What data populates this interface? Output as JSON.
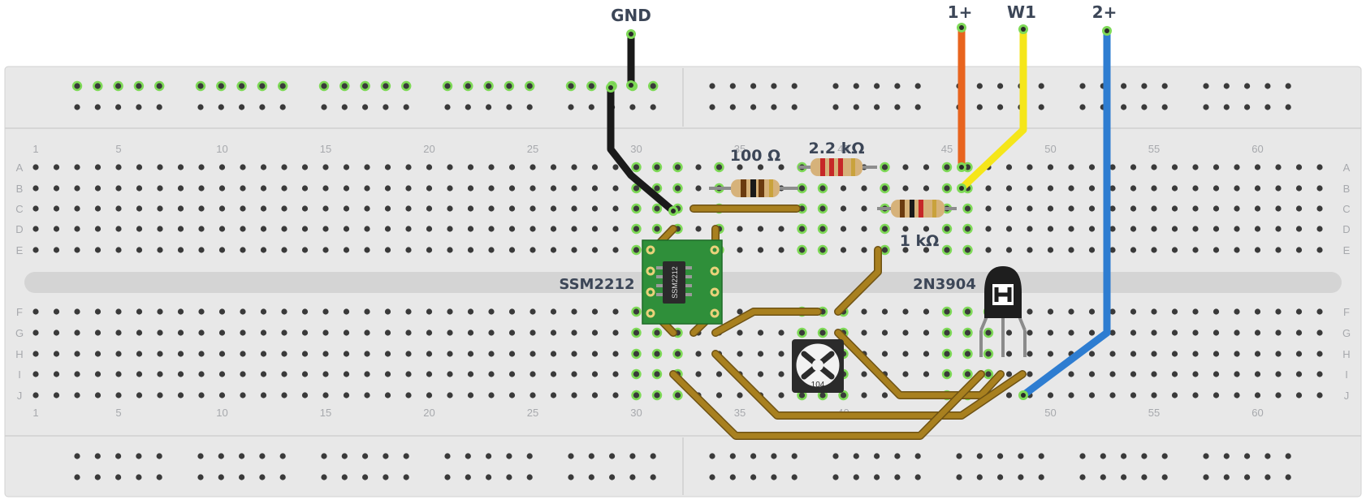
{
  "breadboard": {
    "columns": 63,
    "rows_top": [
      "A",
      "B",
      "C",
      "D",
      "E"
    ],
    "rows_bottom": [
      "F",
      "G",
      "H",
      "I",
      "J"
    ],
    "column_numbers": [
      "1",
      "5",
      "10",
      "15",
      "20",
      "25",
      "30",
      "35",
      "40",
      "45",
      "50",
      "55",
      "60"
    ],
    "board_color": "#e7e7e7",
    "hole_color": "#3a3a3a",
    "highlight_color": "#7ed957"
  },
  "labels": {
    "gnd": "GND",
    "one_plus": "1+",
    "w1": "W1",
    "two_plus": "2+",
    "r100": "100 Ω",
    "r2k2": "2.2 kΩ",
    "r1k": "1 kΩ",
    "chip": "SSM2212",
    "transistor": "2N3904",
    "chip_marking": "SSM2212",
    "pot_marking": "104"
  },
  "wire_colors": {
    "gnd": "#1a1a1a",
    "one_plus": "#e8641e",
    "w1": "#f5e61a",
    "two_plus": "#2e7dd1",
    "jumper": "#a8801f"
  }
}
